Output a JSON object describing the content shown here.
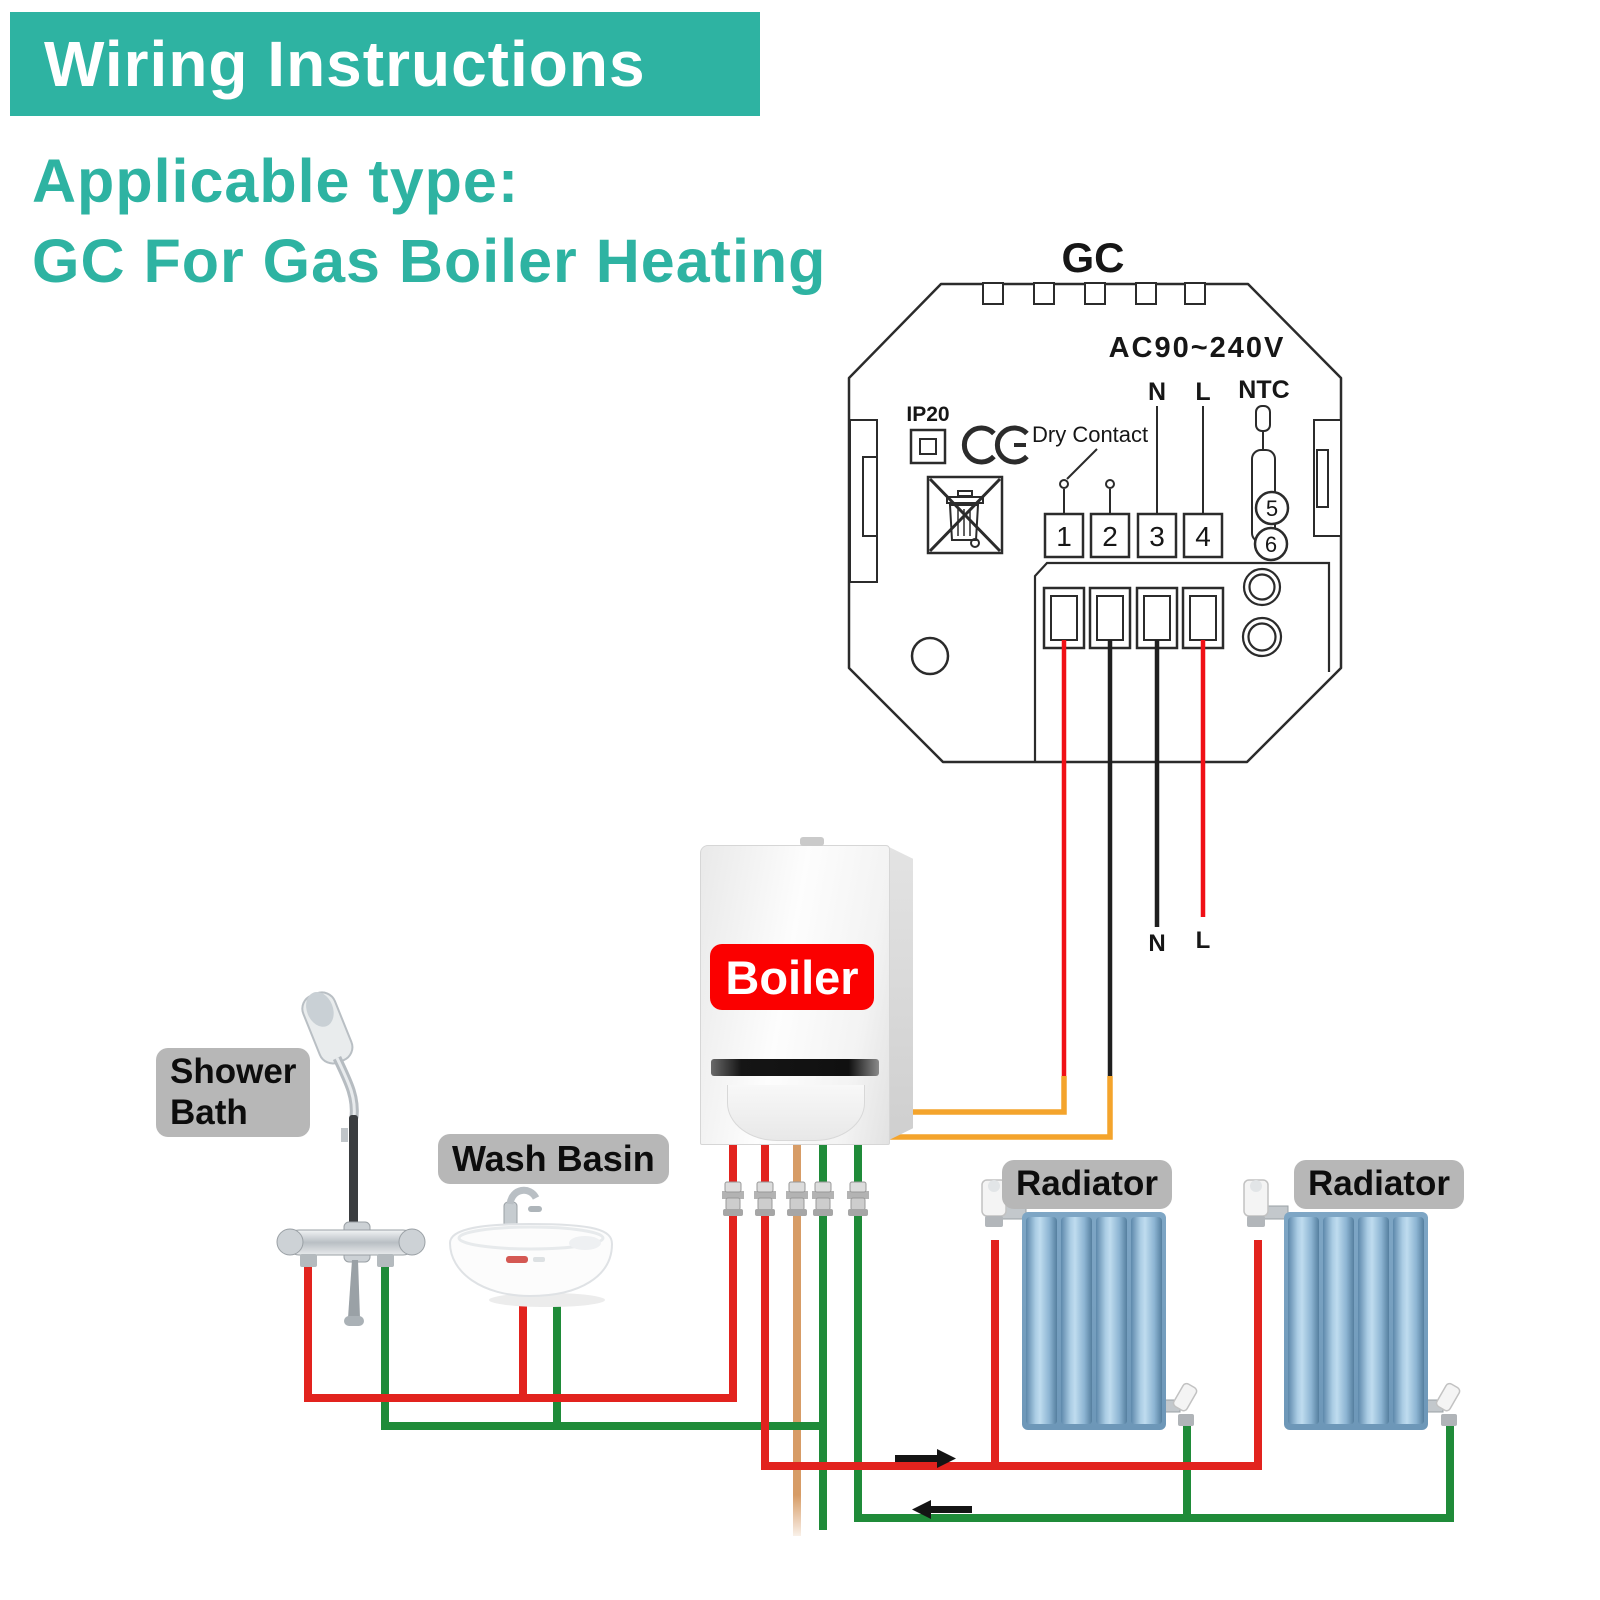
{
  "header": {
    "banner": "Wiring Instructions",
    "subtitle_line1": "Applicable type:",
    "subtitle_line2": "GC For Gas Boiler Heating"
  },
  "thermostat": {
    "model_label": "GC",
    "voltage_label": "AC90~240V",
    "ip_rating": "IP20",
    "dry_contact_label": "Dry Contact",
    "neutral_label": "N",
    "live_label": "L",
    "ntc_label": "NTC",
    "terminals": [
      "1",
      "2",
      "3",
      "4"
    ],
    "ntc_terminals": [
      "5",
      "6"
    ]
  },
  "wires": {
    "neutral_label": "N",
    "live_label": "L"
  },
  "appliances": {
    "boiler_label": "Boiler",
    "shower_label_line1": "Shower",
    "shower_label_line2": "Bath",
    "wash_basin_label": "Wash Basin",
    "radiator_left_label": "Radiator",
    "radiator_right_label": "Radiator"
  },
  "colors": {
    "teal": "#2eb3a2",
    "voltage_blue": "#3d6cc3",
    "wire_red": "#f01016",
    "wire_black": "#1f1f1f",
    "wire_orange": "#f4a42c",
    "pipe_hot_red": "#e2231e",
    "pipe_cold_green": "#1f8b39",
    "pipe_gas_tan": "#d79c66",
    "label_gray": "#b7b7b7",
    "boiler_label_red": "#fb0000",
    "radiator_blue": "#8cb4d4",
    "diagram_line": "#2b2b2b"
  }
}
